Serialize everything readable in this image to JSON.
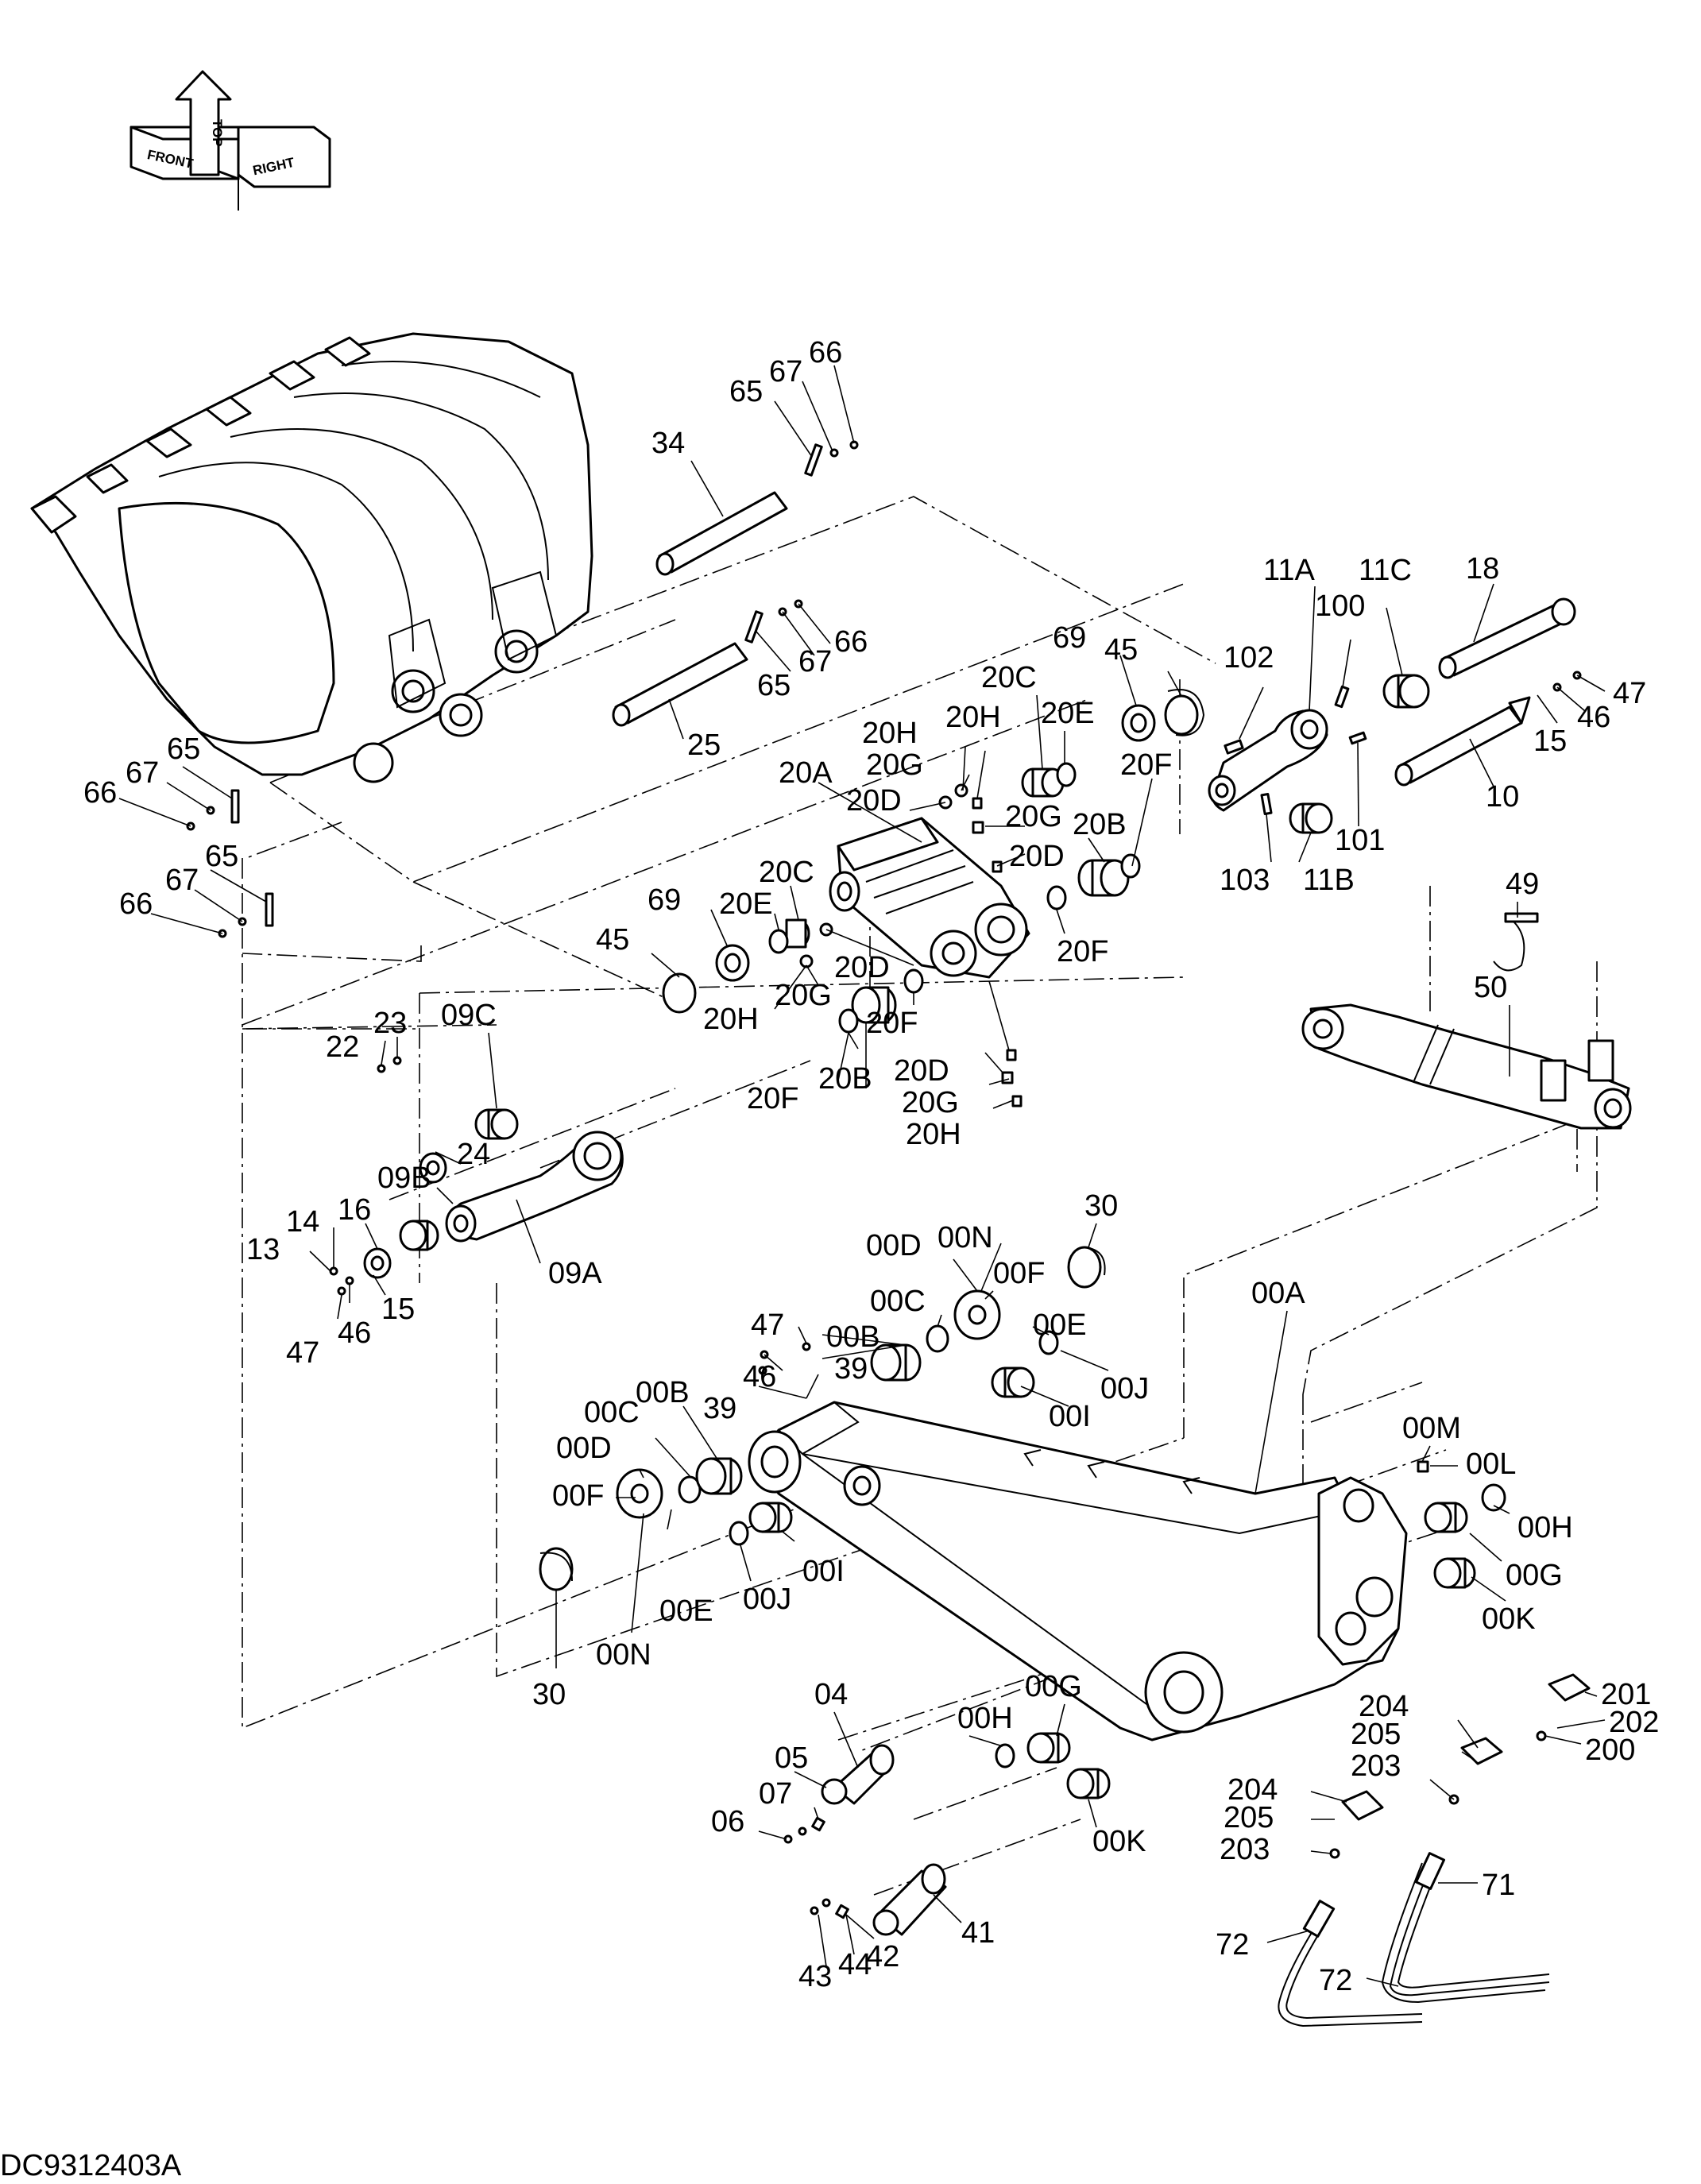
{
  "document_code": "DC9312403A",
  "orientation_arrow": {
    "top": "TOP",
    "front": "FRONT",
    "right": "RIGHT"
  },
  "callouts": {
    "c66a": "66",
    "c67a": "67",
    "c65a": "65",
    "c34": "34",
    "c66b": "66",
    "c67b": "67",
    "c65b": "65",
    "c25": "25",
    "c65c": "65",
    "c67c": "67",
    "c66c": "66",
    "c65d": "65",
    "c67d": "67",
    "c66d": "66",
    "c11A": "11A",
    "c11C": "11C",
    "c18": "18",
    "c100": "100",
    "c102": "102",
    "c47a": "47",
    "c46a": "46",
    "c15a": "15",
    "c10": "10",
    "c101": "101",
    "c103": "103",
    "c11B": "11B",
    "c69a": "69",
    "c45a": "45",
    "c20Ca": "20C",
    "c20Ea": "20E",
    "c20Fa": "20F",
    "c20Ha": "20H",
    "c20Hb": "20H",
    "c20Ga": "20G",
    "c20A": "20A",
    "c20Da": "20D",
    "c20Gb": "20G",
    "c20Db": "20D",
    "c20Ba": "20B",
    "c20Fb": "20F",
    "c20Cb": "20C",
    "c69b": "69",
    "c20Eb": "20E",
    "c45b": "45",
    "c20Dc": "20D",
    "c20Gc": "20G",
    "c20Hc": "20H",
    "c20Fc": "20F",
    "c20Fd": "20F",
    "c20Bb": "20B",
    "c20Dd": "20D",
    "c20Gd": "20G",
    "c20Hd": "20H",
    "c49": "49",
    "c50": "50",
    "c22": "22",
    "c23": "23",
    "c09C": "09C",
    "c24": "24",
    "c09B": "09B",
    "c16": "16",
    "c14": "14",
    "c13": "13",
    "c09A": "09A",
    "c15b": "15",
    "c47b": "47",
    "c46b": "46",
    "c30a": "30",
    "c00D": "00D",
    "c00N": "00N",
    "c00F": "00F",
    "c00C": "00C",
    "c47c": "47",
    "c00B": "00B",
    "c00E": "00E",
    "c46c": "46",
    "c39a": "39",
    "c39b": "39",
    "c00I": "00I",
    "c00J": "00J",
    "c00A": "00A",
    "c00M": "00M",
    "c00L": "00L",
    "c00H": "00H",
    "c00G": "00G",
    "c00K": "00K",
    "c00Bb": "00B",
    "c00Cb": "00C",
    "c00Db": "00D",
    "c00Fb": "00F",
    "c00Ib": "00I",
    "c00Jb": "00J",
    "c00Eb": "00E",
    "c00Nb": "00N",
    "c30b": "30",
    "c04": "04",
    "c05": "05",
    "c07": "07",
    "c06": "06",
    "c00Hb": "00H",
    "c00Gb": "00G",
    "c00Kb": "00K",
    "c41": "41",
    "c42": "42",
    "c43": "43",
    "c44": "44",
    "c204a": "204",
    "c205a": "205",
    "c203a": "203",
    "c201": "201",
    "c202": "202",
    "c200": "200",
    "c204b": "204",
    "c205b": "205",
    "c203b": "203",
    "c71": "71",
    "c72a": "72",
    "c72b": "72"
  }
}
